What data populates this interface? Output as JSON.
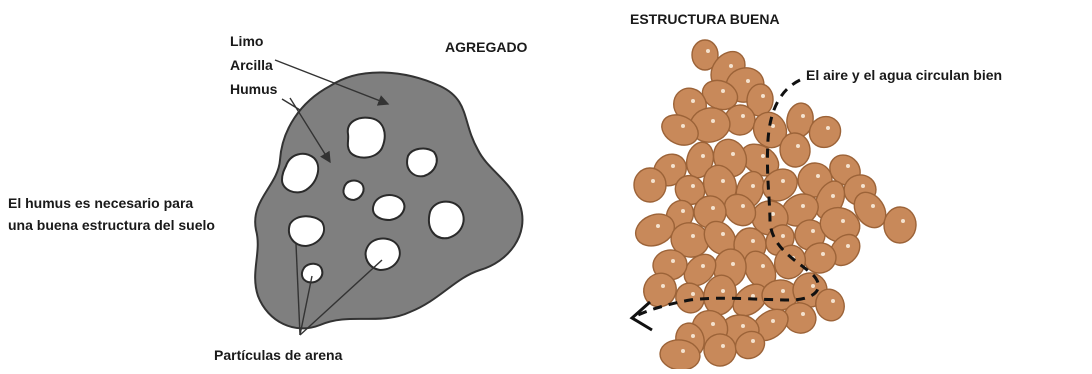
{
  "left_panel": {
    "title": "AGREGADO",
    "components": [
      "Limo",
      "Arcilla",
      "Humus"
    ],
    "note_lines": [
      "El humus es necesario para",
      "una buena estructura del suelo"
    ],
    "sand_label": "Partículas de arena"
  },
  "right_panel": {
    "title": "ESTRUCTURA BUENA",
    "flow_label": "El aire y el agua circulan bien"
  },
  "colors": {
    "aggregate_fill": "#7f7f7f",
    "particle_fill": "#c8895a",
    "particle_outline": "#9c6338",
    "ink": "#1a1a1a"
  }
}
